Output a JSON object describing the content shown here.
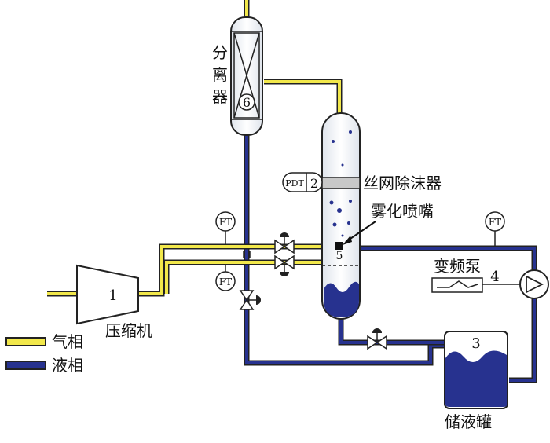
{
  "labels": {
    "separator_vertical": [
      "分",
      "离",
      "器"
    ],
    "separator_no": "6",
    "demister": "丝网除沫器",
    "pdt": "PDT",
    "demister_no": "2",
    "nozzle": "雾化喷嘴",
    "column_no": "5",
    "flow_transmitter": "FT",
    "compressor_no": "1",
    "compressor": "压缩机",
    "pump": "变频泵",
    "pump_no": "4",
    "tank_no": "3",
    "tank": "储液罐"
  },
  "legend": [
    {
      "label": "气相",
      "color": "#f2e84b"
    },
    {
      "label": "液相",
      "color": "#27328f"
    }
  ],
  "colors": {
    "gas": "#f2e84b",
    "liquid": "#27328f",
    "outline": "#222222",
    "vessel_fill": "#eef1f6"
  }
}
